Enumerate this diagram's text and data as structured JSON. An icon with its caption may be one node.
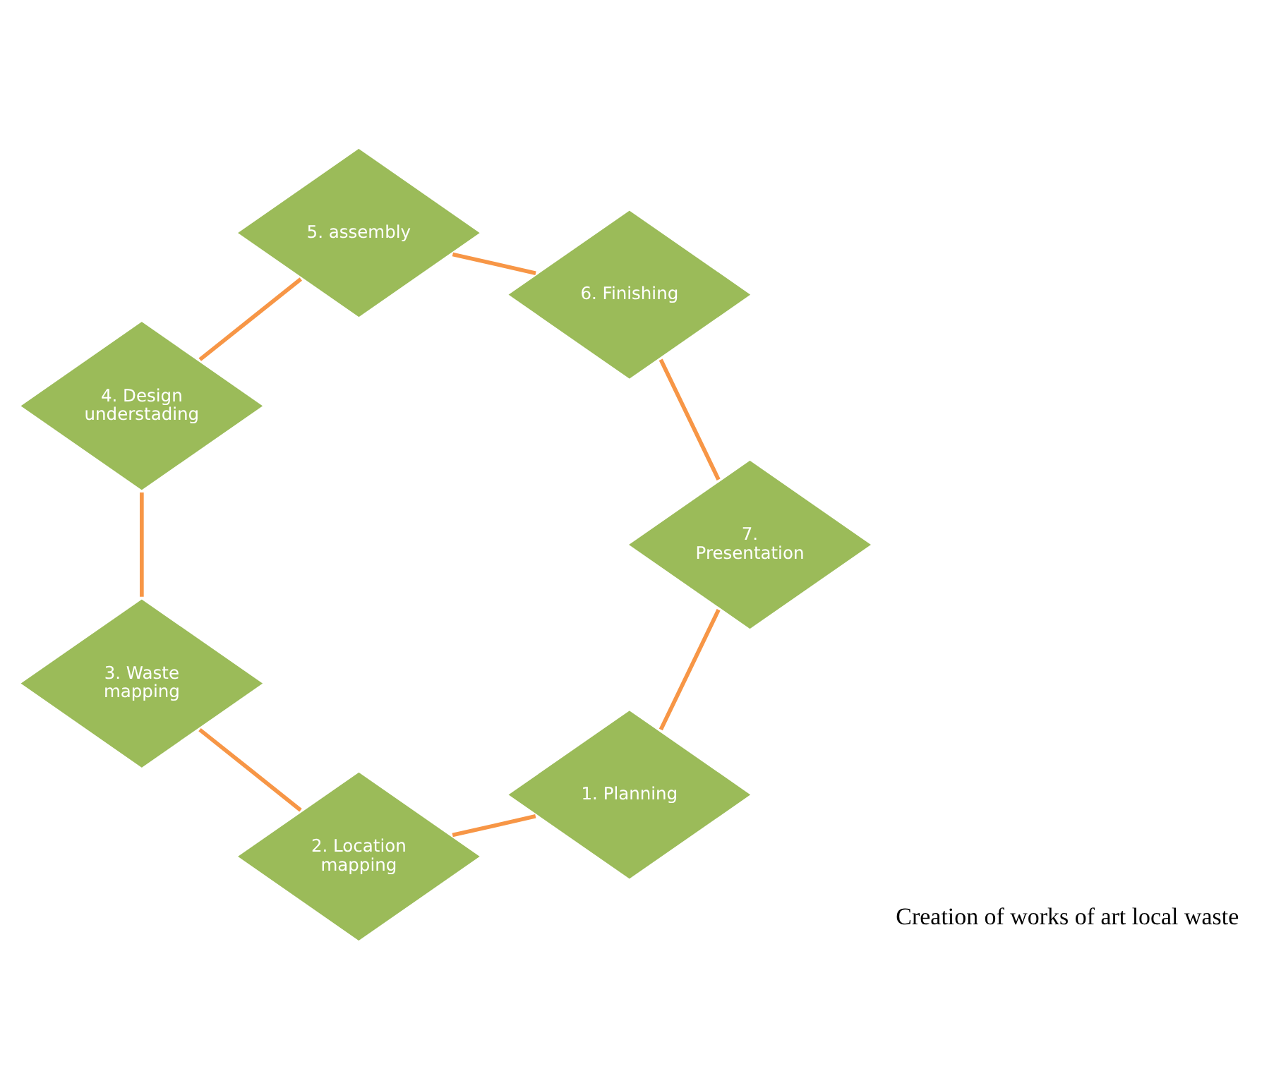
{
  "diagram": {
    "nodes": [
      {
        "text": [
          "1. Planning"
        ]
      },
      {
        "text": [
          "2. Location mapping"
        ]
      },
      {
        "text": [
          "3. Waste mapping"
        ]
      },
      {
        "text": [
          "4. Design understading"
        ]
      },
      {
        "text": [
          "5. assembly"
        ]
      },
      {
        "text": [
          "6. Finishing"
        ]
      },
      {
        "text": [
          "7. Presentation"
        ]
      }
    ],
    "edges": [
      {
        "from": 0,
        "to": 1,
        "arrow": "none"
      },
      {
        "from": 1,
        "to": 2,
        "arrow": "none"
      },
      {
        "from": 2,
        "to": 3,
        "arrow": "none"
      },
      {
        "from": 3,
        "to": 4,
        "arrow": "none"
      },
      {
        "from": 4,
        "to": 5,
        "arrow": "none"
      },
      {
        "from": 5,
        "to": 6,
        "arrow": "none"
      },
      {
        "from": 6,
        "to": 0,
        "arrow": "none"
      }
    ],
    "labels": [
      "Creation of works of art local waste"
    ]
  }
}
